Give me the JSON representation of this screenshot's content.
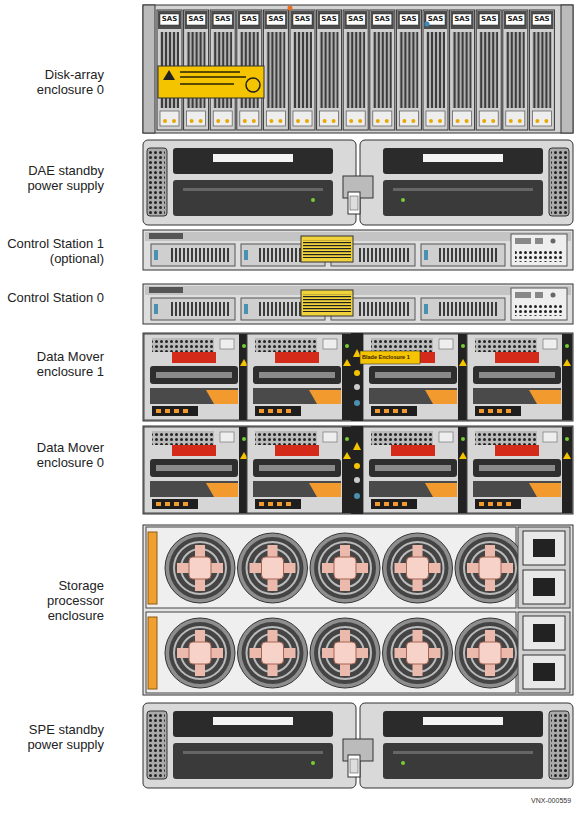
{
  "diagram": {
    "nodes": [
      {
        "text": [
          "Disk-array enclosure 0"
        ]
      },
      {
        "text": [
          "SAS"
        ],
        "in": 0
      },
      {
        "text": [
          "SAS"
        ],
        "in": 0
      },
      {
        "text": [
          "SAS"
        ],
        "in": 0
      },
      {
        "text": [
          "SAS"
        ],
        "in": 0
      },
      {
        "text": [
          "SAS"
        ],
        "in": 0
      },
      {
        "text": [
          "SAS"
        ],
        "in": 0
      },
      {
        "text": [
          "SAS"
        ],
        "in": 0
      },
      {
        "text": [
          "SAS"
        ],
        "in": 0
      },
      {
        "text": [
          "SAS"
        ],
        "in": 0
      },
      {
        "text": [
          "SAS"
        ],
        "in": 0
      },
      {
        "text": [
          "SAS"
        ],
        "in": 0
      },
      {
        "text": [
          "SAS"
        ],
        "in": 0
      },
      {
        "text": [
          "SAS"
        ],
        "in": 0
      },
      {
        "text": [
          "SAS"
        ],
        "in": 0
      },
      {
        "text": [
          "SAS"
        ],
        "in": 0
      },
      {
        "text": [
          "DAE standby power supply"
        ]
      },
      {
        "text": [
          "Control Station 1 (optional)"
        ]
      },
      {
        "text": [
          "Control Station 0"
        ]
      },
      {
        "text": [
          "Data Mover enclosure 1"
        ]
      },
      {
        "text": [
          "Data Mover enclosure 0"
        ]
      },
      {
        "text": [
          "Storage processor enclosure"
        ]
      },
      {
        "text": [
          "SPE standby power supply"
        ]
      }
    ],
    "labels": [
      "Blade Enclosure 1",
      "VNX-000559"
    ]
  }
}
